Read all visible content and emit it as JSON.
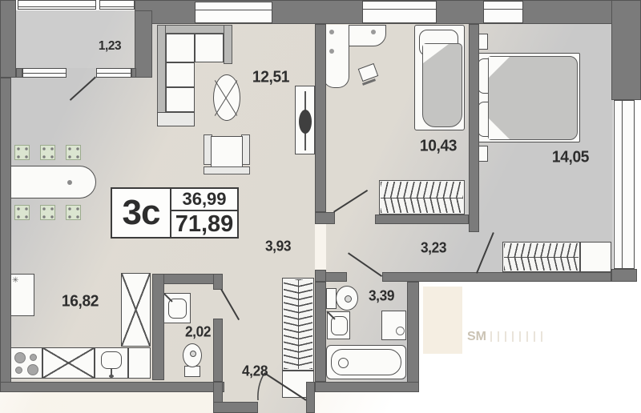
{
  "stamp": {
    "rooms_label": "3c",
    "area_living": "36,99",
    "area_total": "71,89"
  },
  "areas": {
    "balcony": "1,23",
    "living_room": "12,51",
    "bedroom_small": "10,43",
    "bedroom_master": "14,05",
    "hall": "3,93",
    "corridor": "3,23",
    "kitchen_living": "16,82",
    "wc": "2,02",
    "hallway_entry": "4,28",
    "bathroom": "3,39"
  },
  "watermark": {
    "text": "SM"
  },
  "icons": {
    "snowflake": "✳"
  },
  "colors": {
    "wall": "#7b7b7b",
    "floor": "#c9c9c9",
    "furniture": "#fbfbf9",
    "cream_tint": "#f2eadb",
    "text": "#2d2d2d"
  }
}
